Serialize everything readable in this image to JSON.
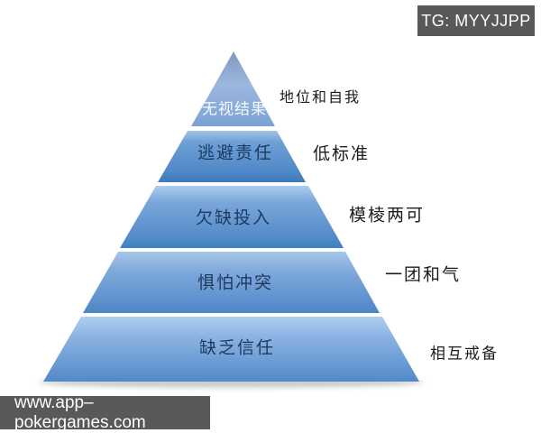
{
  "header": {
    "tg_badge": "TG: MYYJJPP"
  },
  "footer": {
    "website": "www.app–pokergames.com"
  },
  "pyramid": {
    "description": "five-level team dysfunction pyramid",
    "levels": [
      {
        "rank": 1,
        "inside_label": "无视结果",
        "side_label": "地位和自我"
      },
      {
        "rank": 2,
        "inside_label": "逃避责任",
        "side_label": "低标准"
      },
      {
        "rank": 3,
        "inside_label": "欠缺投入",
        "side_label": "模棱两可"
      },
      {
        "rank": 4,
        "inside_label": "惧怕冲突",
        "side_label": "一团和气"
      },
      {
        "rank": 5,
        "inside_label": "缺乏信任",
        "side_label": "相互戒备"
      }
    ]
  },
  "colors": {
    "badge_background": "#595959",
    "badge_text": "#ffffff",
    "inside_text_navy": "#1c3a5f",
    "inside_text_top_white": "#f7fafd",
    "side_text_black": "#1c1c1c",
    "pyramid_light_blue": "#b0cff0",
    "pyramid_mid_blue": "#6f9fd6",
    "pyramid_dark_blue": "#4079bb",
    "background": "#ffffff"
  }
}
